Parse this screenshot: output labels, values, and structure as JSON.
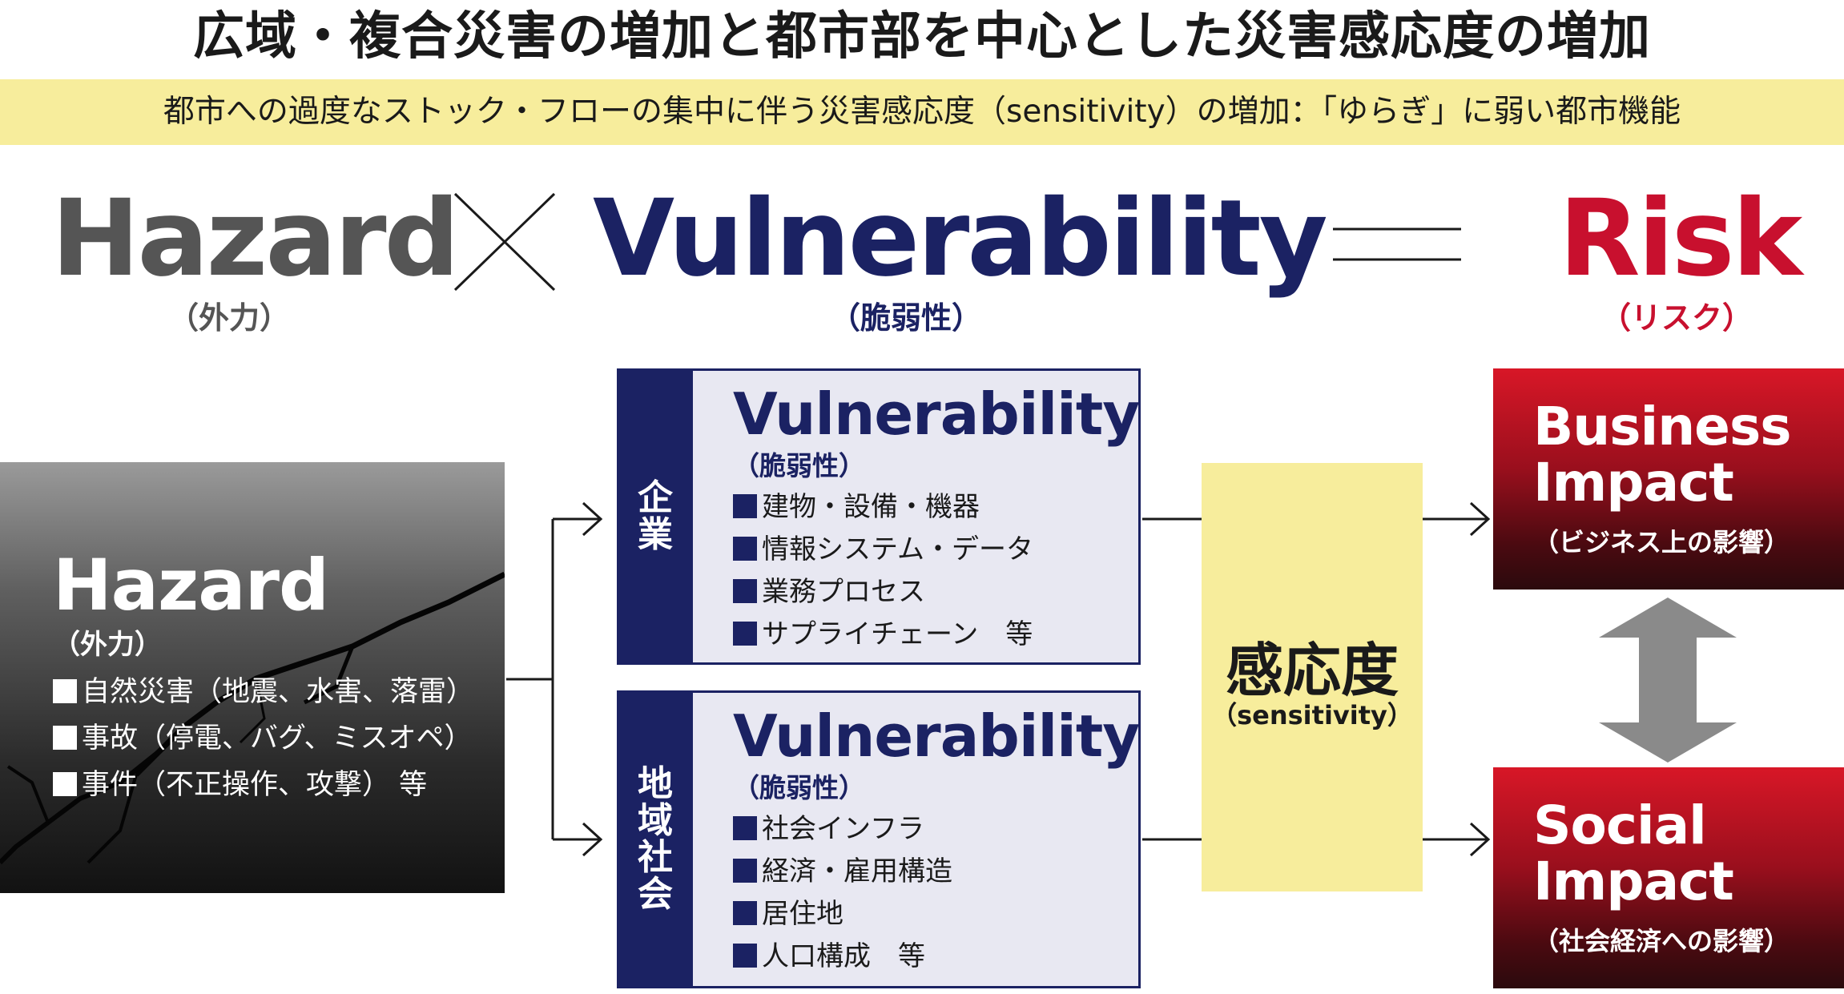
{
  "title": "広域・複合災害の増加と都市部を中心とした災害感応度の増加",
  "subtitle": "都市への過度なストック・フローの集中に伴う災害感応度（sensitivity）の増加：「ゆらぎ」に弱い都市機能",
  "equation": {
    "hazard": {
      "word": "Hazard",
      "sub": "（外力）"
    },
    "times_symbol": "×",
    "vulnerability": {
      "word": "Vulnerability",
      "sub": "（脆弱性）"
    },
    "equals_symbol": "＝",
    "risk": {
      "word": "Risk",
      "sub": "（リスク）"
    }
  },
  "hazard_box": {
    "title": "Hazard",
    "sub": "（外力）",
    "items": [
      "自然災害（地震、水害、落雷）",
      "事故（停電、バグ、ミスオペ）",
      "事件（不正操作、攻撃） 等"
    ]
  },
  "vuln_company": {
    "side_label": "企業",
    "title": "Vulnerability",
    "sub": "（脆弱性）",
    "items": [
      "建物・設備・機器",
      "情報システム・データ",
      "業務プロセス",
      "サプライチェーン　等"
    ]
  },
  "vuln_community": {
    "side_label": "地域社会",
    "title": "Vulnerability",
    "sub": "（脆弱性）",
    "items": [
      "社会インフラ",
      "経済・雇用構造",
      "居住地",
      "人口構成　等"
    ]
  },
  "sensitivity": {
    "title": "感応度",
    "sub": "（sensitivity）"
  },
  "business_impact": {
    "line1": "Business",
    "line2": "Impact",
    "sub": "（ビジネス上の影響）"
  },
  "social_impact": {
    "line1": "Social",
    "line2": "Impact",
    "sub": "（社会経済への影響）"
  },
  "colors": {
    "navy": "#1b2263",
    "risk_red": "#c8102e",
    "band_yellow": "#f7ed9c",
    "hazard_gray": "#555555",
    "arrow_gray": "#8a8a8a"
  }
}
